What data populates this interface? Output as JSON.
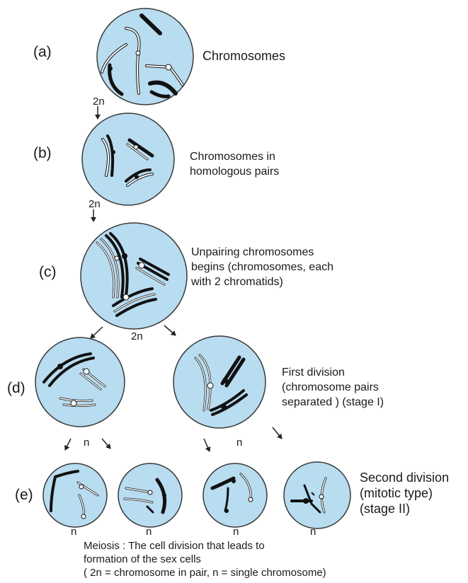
{
  "stages": {
    "a": {
      "label": "(a)",
      "desc": "Chromosomes"
    },
    "b": {
      "label": "(b)",
      "desc": "Chromosomes in\nhomologous pairs"
    },
    "c": {
      "label": "(c)",
      "desc": "Unpairing chromosomes\nbegins (chromosomes, each\nwith 2 chromatids)"
    },
    "d": {
      "label": "(d)",
      "desc": "First division\n(chromosome pairs\nseparated ) (stage I)"
    },
    "e": {
      "label": "(e)",
      "desc": "Second division\n(mitotic type)\n(stage II)"
    }
  },
  "ploidy": {
    "a_b": "2n",
    "b_c": "2n",
    "c_d": "2n",
    "d_left": "n",
    "d_right": "n",
    "e1": "n",
    "e2": "n",
    "e3": "n",
    "e4": "n"
  },
  "caption": {
    "line1": "Meiosis : The cell division that leads to",
    "line2": "formation of the sex cells",
    "line3": "( 2n = chromosome in pair, n = single chromosome)"
  },
  "colors": {
    "cell_fill": "#b8dcf0",
    "cell_stroke": "#3a3a3a",
    "chromosome_dark": "#111111",
    "chromosome_light": "#ffffff"
  }
}
